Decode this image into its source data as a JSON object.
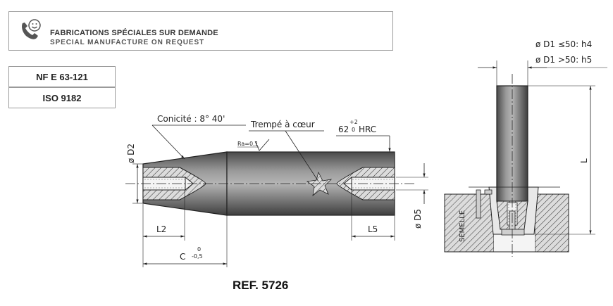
{
  "banner": {
    "line1": "FABRICATIONS SPÉCIALES SUR DEMANDE",
    "line2": "SPECIAL MANUFACTURE ON REQUEST",
    "icon": "phone-smile-icon"
  },
  "standards": [
    "NF E 63-121",
    "ISO 9182"
  ],
  "reference": "REF. 5726",
  "annotations": {
    "taper_label": "Conicité : 8° 40'",
    "hardened": "Trempé à cœur",
    "hardness_value": "62",
    "hardness_upper": "+2",
    "hardness_lower": "0",
    "hardness_unit": "HRC",
    "roughness": "Ra=0,1"
  },
  "dimensions": {
    "d2": "ø D2",
    "d5": "ø D5",
    "l2": "L2",
    "l5": "L5",
    "c": "C",
    "c_tol_upper": "0",
    "c_tol_lower": "-0,5",
    "l": "L",
    "d1_small": "ø D1 ≤50: h4",
    "d1_large": "ø D1 >50: h5",
    "semelle": "SEMELLE"
  }
}
